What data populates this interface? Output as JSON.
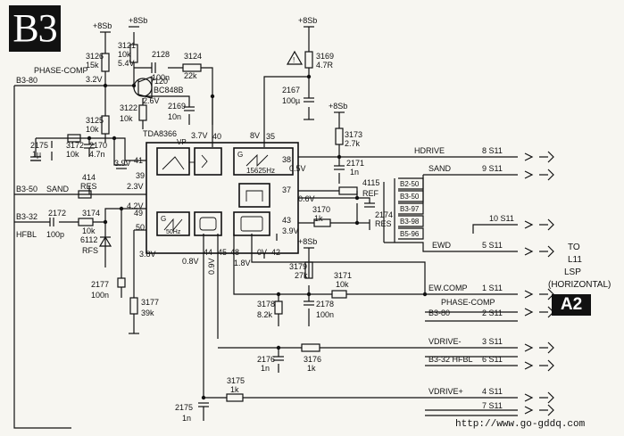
{
  "badges": {
    "sheet": "B3",
    "target": "A2"
  },
  "watermark": "http://www.go-gddq.com",
  "ic": {
    "name": "TDA8366",
    "pin_vp": "VP",
    "block_15625": "15625Hz",
    "block_50": "50Hz",
    "g1": "G",
    "g2": "G"
  },
  "pins": {
    "p41": "41",
    "p40": "40",
    "p39": "39",
    "p35": "35",
    "p38": "38",
    "p37": "37",
    "p49": "49",
    "p50": "50",
    "p44": "44",
    "p45": "45",
    "p48": "48",
    "p42": "42",
    "p43": "43"
  },
  "supplies": {
    "s1": "+8Sb",
    "s2": "+8Sb",
    "s3": "+8Sb",
    "s4": "+8Sb",
    "s5": "+8Sb"
  },
  "voltages": {
    "v32": "3.2V",
    "v54": "5.4V",
    "v26": "2.6V",
    "v37": "3.7V",
    "v8": "8V",
    "v39": "3.9V",
    "v23": "2.3V",
    "v42": "4.2V",
    "v38": "3.8V",
    "v05": "0.5V",
    "v06": "0.6V",
    "v39b": "3.9V",
    "v08": "0.8V",
    "v09": "0.9V",
    "v18": "1.8V",
    "v0": "0V"
  },
  "components": {
    "r3126": "3126",
    "r3126v": "15k",
    "r3121": "3121",
    "r3121v": "10k",
    "c2128": "2128",
    "c2128v": "100n",
    "r3124": "3124",
    "r3124v": "22k",
    "t7120": "7120",
    "t7120v": "BC848B",
    "r3125": "3125",
    "r3125v": "10k",
    "r3122": "3122",
    "r3122v": "10k",
    "c2169": "2169",
    "c2169v": "10n",
    "r3169": "3169",
    "r3169v": "4.7R",
    "c2167": "2167",
    "c2167v": "100µ",
    "r3173": "3173",
    "r3173v": "2.7k",
    "c2171": "2171",
    "c2171v": "1n",
    "c2175": "2175",
    "c2175v": "1µ",
    "r3172": "3172",
    "r3172v": "10k",
    "c2170": "2170",
    "c2170v": "4.7n",
    "r414": "414",
    "r414v": "RES",
    "c2172": "2172",
    "c2172v": "100p",
    "r3174": "3174",
    "r3174v": "10k",
    "d6112": "6112",
    "d6112v": "RFS",
    "c2177": "2177",
    "c2177v": "100n",
    "r3177": "3177",
    "r3177v": "39k",
    "l4115": "4115",
    "l4115v": "REF",
    "c2174": "2174",
    "c2174v": "RES",
    "r3170": "3170",
    "r3170v": "1k",
    "r3179": "3179",
    "r3179v": "27k",
    "r3171": "3171",
    "r3171v": "10k",
    "r3178": "3178",
    "r3178v": "8.2k",
    "c2178": "2178",
    "c2178v": "100n",
    "c2176": "2176",
    "c2176v": "1n",
    "r3176": "3176",
    "r3176v": "1k",
    "r3175": "3175",
    "r3175v": "1k",
    "c2175b": "2175",
    "c2175bv": "1n"
  },
  "inputs": {
    "phase": "PHASE-COMP",
    "b380": "B3-80",
    "b350": "B3-50",
    "sand": "SAND",
    "b332": "B3-32",
    "hfbl": "HFBL"
  },
  "buses": {
    "b250": "B2-50",
    "b350b": "B3-50",
    "b397": "B3-97",
    "b398": "B3-98",
    "b596": "B5-96"
  },
  "signals": {
    "hdrive": "HDRIVE",
    "sand": "SAND",
    "ewd": "EWD",
    "ewcomp": "EW.COMP",
    "phase": "PHASE-COMP",
    "b380": "B3-80",
    "vdriven": "VDRIVE-",
    "b332hfbl": "B3-32 HFBL",
    "vdrivep": "VDRIVE+"
  },
  "connectors": {
    "c8": "8 S11",
    "c9": "9 S11",
    "c10": "10 S11",
    "c5": "5 S11",
    "c1": "1 S11",
    "c2": "2 S11",
    "c3": "3 S11",
    "c6": "6 S11",
    "c4": "4 S11",
    "c7": "7 S11"
  },
  "destination": {
    "to": "TO",
    "l11": "L11",
    "lsp": "LSP",
    "horiz": "(HORIZONTAL)"
  }
}
